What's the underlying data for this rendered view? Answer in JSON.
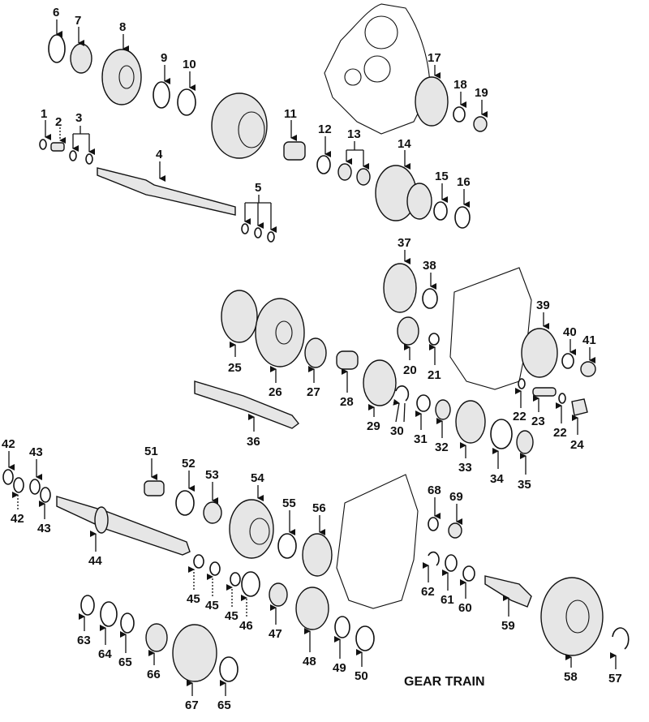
{
  "caption": "GEAR TRAIN",
  "callouts": [
    "1",
    "2",
    "3",
    "4",
    "5",
    "6",
    "7",
    "8",
    "9",
    "10",
    "11",
    "12",
    "13",
    "14",
    "15",
    "16",
    "17",
    "18",
    "19",
    "20",
    "21",
    "22",
    "23",
    "24",
    "25",
    "26",
    "27",
    "28",
    "29",
    "30",
    "31",
    "32",
    "33",
    "34",
    "35",
    "36",
    "37",
    "38",
    "39",
    "40",
    "41",
    "42",
    "43",
    "44",
    "45",
    "46",
    "47",
    "48",
    "49",
    "50",
    "51",
    "52",
    "53",
    "54",
    "55",
    "56",
    "57",
    "58",
    "59",
    "60",
    "61",
    "62",
    "63",
    "64",
    "65",
    "66",
    "67",
    "68",
    "69"
  ]
}
